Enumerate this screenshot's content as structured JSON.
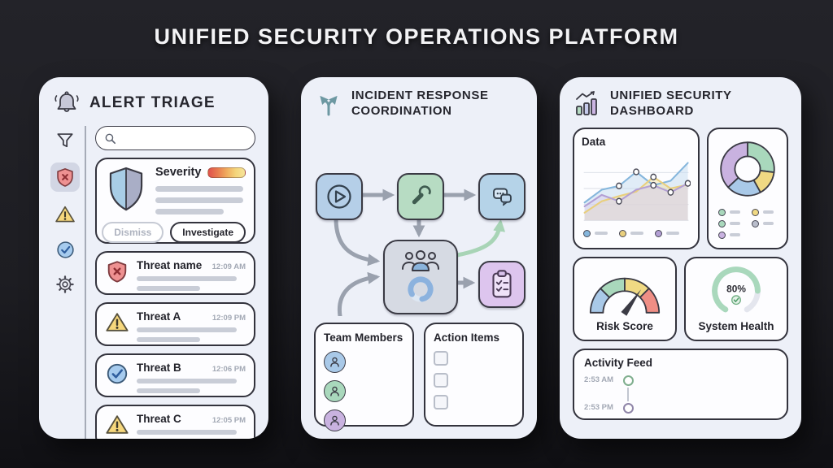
{
  "title": "UNIFIED SECURITY OPERATIONS PLATFORM",
  "colors": {
    "background": "#1d1d22",
    "panel": "#edf0f8",
    "card": "#fdfdff",
    "outline": "#33333d",
    "muted_line": "#c9cdd7",
    "muted_text": "#a3a9b5",
    "red": "#ee9191",
    "yellow": "#f6d77c",
    "blue": "#a9c9e8",
    "green": "#a9d8bc",
    "purple": "#c9b2e0",
    "severity_gradient": [
      "#e0504c",
      "#e87a4f",
      "#f0aa5e",
      "#f4d57b",
      "#f6e49a"
    ]
  },
  "alert_triage": {
    "title": "ALERT TRIAGE",
    "header_icon": "bell-icon",
    "search": {
      "placeholder": ""
    },
    "sidebar": [
      {
        "icon": "filter-icon",
        "active": false
      },
      {
        "icon": "shield-x-icon",
        "active": true
      },
      {
        "icon": "warning-triangle-icon",
        "active": false
      },
      {
        "icon": "check-circle-icon",
        "active": false
      },
      {
        "icon": "gear-icon",
        "active": false
      }
    ],
    "featured": {
      "severity_label": "Severity",
      "buttons": {
        "dismiss": "Dismiss",
        "investigate": "Investigate"
      }
    },
    "alerts": [
      {
        "name": "Threat name",
        "time": "12:09 AM",
        "icon": "shield-x-icon"
      },
      {
        "name": "Threat A",
        "time": "12:09 PM",
        "icon": "warning-triangle-icon"
      },
      {
        "name": "Threat B",
        "time": "12:06 PM",
        "icon": "check-circle-icon"
      },
      {
        "name": "Threat C",
        "time": "12:05 PM",
        "icon": "warning-triangle-icon"
      }
    ]
  },
  "incident_response": {
    "title_line1": "INCIDENT RESPONSE",
    "title_line2": "COORDINATION",
    "header_icon": "branch-arrows-icon",
    "flow_nodes": [
      "play-icon",
      "wrench-icon",
      "chat-icon",
      "team-spinner-icon",
      "checklist-icon"
    ],
    "team_members": {
      "label": "Team Members",
      "avatar_colors": [
        "#a9c9e8",
        "#a9d8bc",
        "#c9b2e0"
      ],
      "rows": 3
    },
    "action_items": {
      "label": "Action Items",
      "rows": 3
    }
  },
  "dashboard": {
    "title_line1": "UNIFIED SECURITY",
    "title_line2": "DASHBOARD",
    "header_icon": "bar-chart-icon",
    "data_card": {
      "label": "Data"
    },
    "risk_card": {
      "label": "Risk Score"
    },
    "health_card": {
      "label": "System Health",
      "value": "80%"
    },
    "activity": {
      "label": "Activity Feed",
      "events": [
        {
          "time": "2:53 AM",
          "dot_color": "#7fae8e",
          "lines": [
            {
              "color": "#a9c9e8",
              "width": "55%"
            },
            {
              "color": "#ccd0da",
              "width": "92%"
            }
          ]
        },
        {
          "time": "2:53 PM",
          "dot_color": "#8f85a8",
          "lines": [
            {
              "color": "#ccd0da",
              "width": "62%"
            },
            {
              "color": "#ccd0da",
              "width": "28%"
            }
          ]
        }
      ]
    }
  },
  "chart_data": [
    {
      "id": "trend",
      "type": "area",
      "title": "Data",
      "x": [
        0,
        1,
        2,
        3,
        4,
        5,
        6
      ],
      "series": [
        {
          "name": "series-blue",
          "color": "#85b6dc",
          "fill": "#c3dcef",
          "values": [
            28,
            48,
            54,
            76,
            55,
            62,
            90
          ],
          "markers": [
            2,
            3,
            4
          ]
        },
        {
          "name": "series-yellow",
          "color": "#e9cf7d",
          "fill": "#f2e3ac",
          "values": [
            12,
            30,
            38,
            45,
            68,
            50,
            56
          ],
          "markers": [
            4
          ]
        },
        {
          "name": "series-purple",
          "color": "#b39fd4",
          "fill": "#dacdec",
          "values": [
            22,
            40,
            30,
            48,
            55,
            44,
            58
          ],
          "markers": [
            2,
            5,
            6
          ]
        }
      ],
      "ylim": [
        0,
        100
      ],
      "grid": true,
      "legend_position": "bottom"
    },
    {
      "id": "donut",
      "type": "pie",
      "slices": [
        {
          "label": "segment-green",
          "color": "#a9d8bc",
          "percent": 27
        },
        {
          "label": "segment-yellow",
          "color": "#f0d983",
          "percent": 15
        },
        {
          "label": "segment-blue",
          "color": "#a9c9e8",
          "percent": 21
        },
        {
          "label": "segment-purple",
          "color": "#c9b2e0",
          "percent": 37
        }
      ],
      "legend_dot_colors": [
        "#a9d8bc",
        "#f0d983",
        "#a9d8bc",
        "#b9bdcb",
        "#c9b2e0"
      ]
    },
    {
      "id": "risk-gauge",
      "type": "gauge",
      "label": "Risk Score",
      "segments": [
        {
          "color": "#a9c9e8"
        },
        {
          "color": "#a9d8bc"
        },
        {
          "color": "#f0d983"
        },
        {
          "color": "#ef8e85"
        }
      ],
      "range_deg": 180,
      "needle_angle_deg": 35
    },
    {
      "id": "health-ring",
      "type": "gauge",
      "label": "System Health",
      "percent": 80,
      "color": "#a9d8bc",
      "track_color": "#e4e6ee",
      "arc_span_deg": 300
    }
  ]
}
